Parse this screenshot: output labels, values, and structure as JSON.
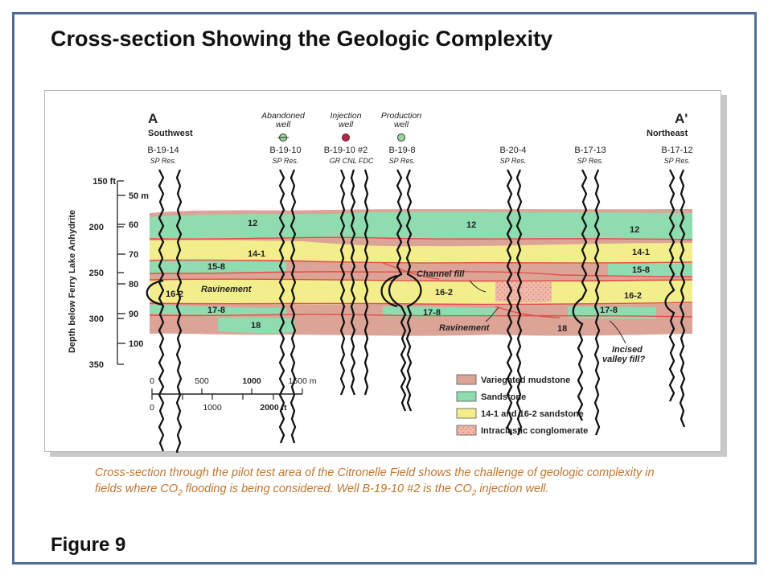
{
  "title": "Cross-section Showing the Geologic Complexity",
  "figure_label": "Figure 9",
  "caption": {
    "part1": "Cross-section through the pilot test area of the Citronelle Field shows the challenge of geologic complexity in fields where CO",
    "part2": " flooding is being considered. Well B-19-10 #2 is the CO",
    "part3": " injection well.",
    "sub": "2"
  },
  "ends": {
    "left": {
      "letter": "A",
      "direction": "Southwest"
    },
    "right": {
      "letter": "A'",
      "direction": "Northeast"
    }
  },
  "well_types": [
    {
      "line1": "Abandoned",
      "line2": "well",
      "color": "#9ad49a"
    },
    {
      "line1": "Injection",
      "line2": "well",
      "color": "#c2224a"
    },
    {
      "line1": "Production",
      "line2": "well",
      "color": "#9ad49a"
    }
  ],
  "wells": [
    {
      "name": "B-19-14",
      "logs": "SP Res."
    },
    {
      "name": "B-19-10",
      "logs": "SP Res."
    },
    {
      "name": "B-19-10 #2",
      "logs": "GR CNL FDC"
    },
    {
      "name": "B-19-8",
      "logs": "SP Res."
    },
    {
      "name": "B-20-4",
      "logs": "SP Res."
    },
    {
      "name": "B-17-13",
      "logs": "SP Res."
    },
    {
      "name": "B-17-12",
      "logs": "SP Res."
    }
  ],
  "depth_axis": {
    "label": "Depth below Ferry Lake Anhydrite",
    "feet": [
      "150 ft",
      "200",
      "250",
      "300",
      "350"
    ],
    "meters": [
      "50 m",
      "60",
      "70",
      "80",
      "90",
      "100"
    ]
  },
  "unit_labels": [
    {
      "text": "12"
    },
    {
      "text": "12"
    },
    {
      "text": "12"
    },
    {
      "text": "14-1"
    },
    {
      "text": "14-1"
    },
    {
      "text": "15-8"
    },
    {
      "text": "15-8"
    },
    {
      "text": "16-2"
    },
    {
      "text": "16-2"
    },
    {
      "text": "16-2"
    },
    {
      "text": "17-8"
    },
    {
      "text": "17-8"
    },
    {
      "text": "17-8"
    },
    {
      "text": "18"
    },
    {
      "text": "18"
    }
  ],
  "annotations": {
    "ravinement_1": "Ravinement",
    "ravinement_2": "Ravinement",
    "channel_fill": "Channel fill",
    "incised_1": "Incised",
    "incised_2": "valley fill?"
  },
  "scale_bar": {
    "m_ticks": [
      "0",
      "500",
      "1000",
      "1500 m"
    ],
    "ft_ticks": [
      "0",
      "1000",
      "2000 ft"
    ]
  },
  "legend": [
    {
      "label": "Variegated mudstone",
      "color": "#dca497"
    },
    {
      "label": "Sandstone",
      "color": "#8fdcb0"
    },
    {
      "label": "14-1 and 16-2 sandstone",
      "color": "#f3ee8c"
    },
    {
      "label": "Intraclastic conglomerate",
      "color": "#f1b9aa"
    }
  ],
  "colors": {
    "frame": "#4d6e94",
    "mudstone": "#dca497",
    "sandstone": "#8fdcb0",
    "yellow_sand": "#f3ee8c",
    "contact_line": "#e0504a",
    "caption": "#c0752e"
  }
}
